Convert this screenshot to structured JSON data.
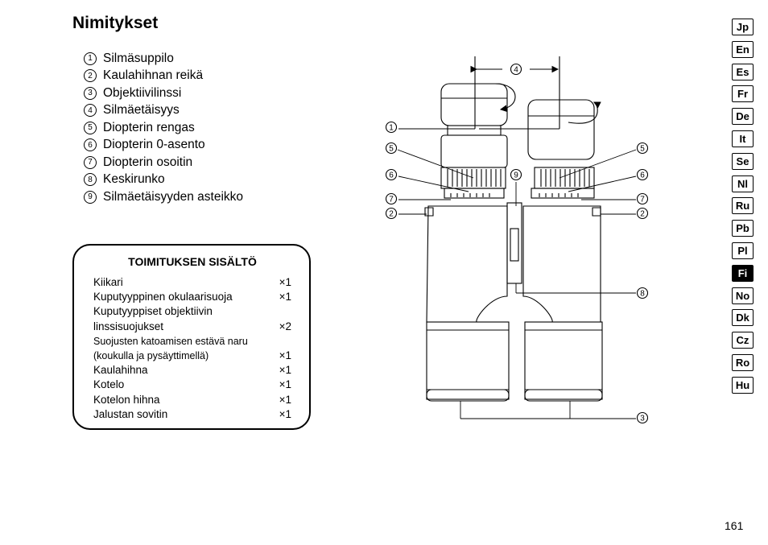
{
  "title": "Nimitykset",
  "parts": [
    {
      "num": "1",
      "label": "Silmäsuppilo"
    },
    {
      "num": "2",
      "label": "Kaulahihnan reikä"
    },
    {
      "num": "3",
      "label": "Objektiivilinssi"
    },
    {
      "num": "4",
      "label": "Silmäetäisyys"
    },
    {
      "num": "5",
      "label": "Diopterin rengas"
    },
    {
      "num": "6",
      "label": "Diopterin 0-asento"
    },
    {
      "num": "7",
      "label": "Diopterin osoitin"
    },
    {
      "num": "8",
      "label": "Keskirunko"
    },
    {
      "num": "9",
      "label": "Silmäetäisyyden asteikko"
    }
  ],
  "contents": {
    "title": "TOIMITUKSEN SISÄLTÖ",
    "items": [
      {
        "line1": "Kiikari",
        "line2": "",
        "qty": "×1"
      },
      {
        "line1": "Kuputyyppinen okulaarisuoja",
        "line2": "",
        "qty": "×1"
      },
      {
        "line1": "Kuputyyppiset objektiivin",
        "line2": "linssisuojukset",
        "qty": "×2"
      },
      {
        "line1": "Suojusten katoamisen estävä naru",
        "line2": "(koukulla ja pysäyttimellä)",
        "qty": "×1"
      },
      {
        "line1": "Kaulahihna",
        "line2": "",
        "qty": "×1"
      },
      {
        "line1": "Kotelo",
        "line2": "",
        "qty": "×1"
      },
      {
        "line1": "Kotelon hihna",
        "line2": "",
        "qty": "×1"
      },
      {
        "line1": "Jalustan sovitin",
        "line2": "",
        "qty": "×1"
      }
    ]
  },
  "languages": [
    "Jp",
    "En",
    "Es",
    "Fr",
    "De",
    "It",
    "Se",
    "Nl",
    "Ru",
    "Pb",
    "Pl",
    "Fi",
    "No",
    "Dk",
    "Cz",
    "Ro",
    "Hu"
  ],
  "active_language": "Fi",
  "callouts": {
    "c1": "1",
    "c2": "2",
    "c3": "3",
    "c4": "4",
    "c5": "5",
    "c6": "6",
    "c7": "7",
    "c8": "8",
    "c9": "9"
  },
  "page_number": "161"
}
